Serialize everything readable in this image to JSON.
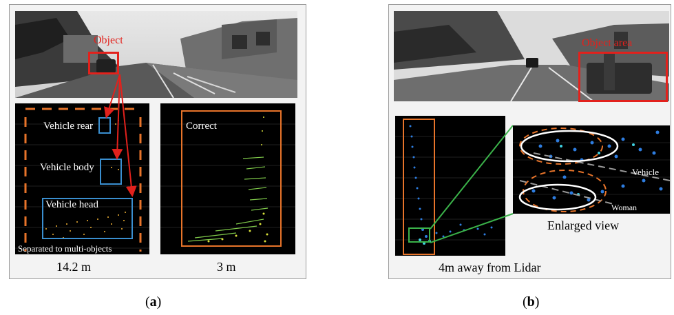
{
  "panel_a": {
    "object_label": "Object",
    "lidar_left": {
      "labels": [
        "Vehicle rear",
        "Vehicle body",
        "Vehicle head"
      ],
      "footer": "Separated to multi-objects"
    },
    "lidar_right": {
      "label": "Correct"
    },
    "distance_left": "14.2 m",
    "distance_right": "3 m",
    "caption_letter": "a"
  },
  "panel_b": {
    "object_label": "Object area",
    "enlarged_labels": {
      "vehicle": "Vehicle",
      "woman": "Woman"
    },
    "enlarged_caption": "Enlarged view",
    "distance_caption": "4m away from Lidar",
    "caption_letter": "b"
  },
  "colors": {
    "annotation_red": "#e2211c",
    "box_orange": "#e8742a",
    "box_blue": "#3a8fd0",
    "box_green": "#3bb34a",
    "ellipse_white": "#ffffff"
  }
}
